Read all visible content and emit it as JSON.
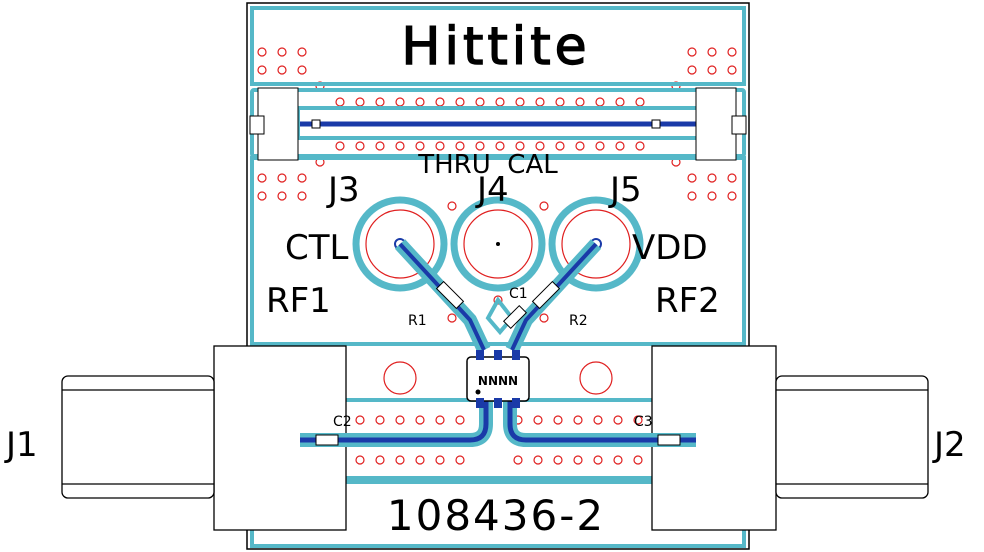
{
  "board": {
    "logo_text": "Hittite",
    "part_number": "108436-2",
    "thru_cal_label": "THRU  CAL",
    "chip_marking": "NNNN",
    "colors": {
      "outline": "#000000",
      "trace": "#1a3aa8",
      "ground_fill": "#55b8c8",
      "via": "#e02020",
      "ground_line": "#2a7f8f"
    }
  },
  "connectors": {
    "j1": "J1",
    "j2": "J2",
    "j3": "J3",
    "j4": "J4",
    "j5": "J5"
  },
  "port_labels": {
    "ctl": "CTL",
    "vdd": "VDD",
    "rf1": "RF1",
    "rf2": "RF2"
  },
  "components": {
    "c1": "C1",
    "c2": "C2",
    "c3": "C3",
    "r1": "R1",
    "r2": "R2"
  }
}
